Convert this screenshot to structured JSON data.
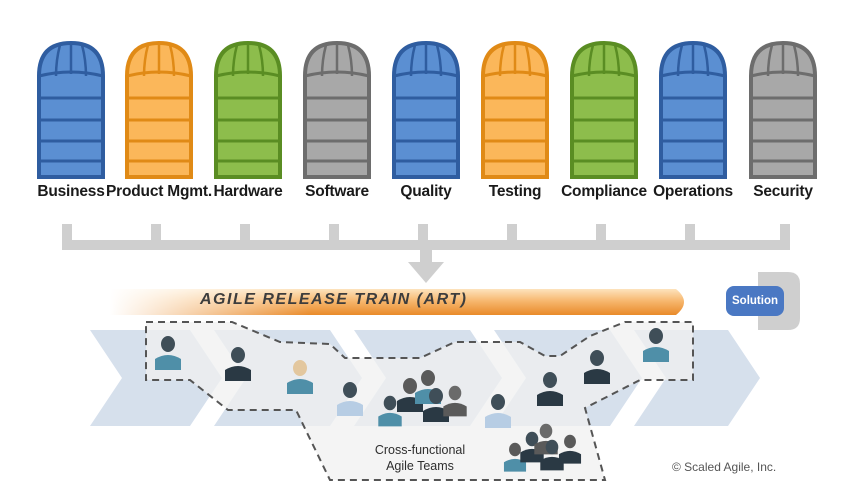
{
  "silos": [
    {
      "label": "Business",
      "color": "blue"
    },
    {
      "label": "Product Mgmt.",
      "color": "orange"
    },
    {
      "label": "Hardware",
      "color": "green"
    },
    {
      "label": "Software",
      "color": "gray"
    },
    {
      "label": "Quality",
      "color": "blue"
    },
    {
      "label": "Testing",
      "color": "orange"
    },
    {
      "label": "Compliance",
      "color": "green"
    },
    {
      "label": "Operations",
      "color": "blue"
    },
    {
      "label": "Security",
      "color": "gray"
    }
  ],
  "palette": {
    "blue": {
      "fill": "#5b8fd2",
      "stroke": "#2f5da0"
    },
    "orange": {
      "fill": "#fbb75a",
      "stroke": "#e08a16"
    },
    "green": {
      "fill": "#8dbd4c",
      "stroke": "#5a8d23"
    },
    "gray": {
      "fill": "#a8a8a8",
      "stroke": "#6d6d6d"
    }
  },
  "art": {
    "title": "AGILE RELEASE TRAIN (ART)"
  },
  "solution": {
    "label": "Solution"
  },
  "teams": {
    "label_line1": "Cross-functional",
    "label_line2": "Agile Teams"
  },
  "copyright": "© Scaled Agile, Inc."
}
